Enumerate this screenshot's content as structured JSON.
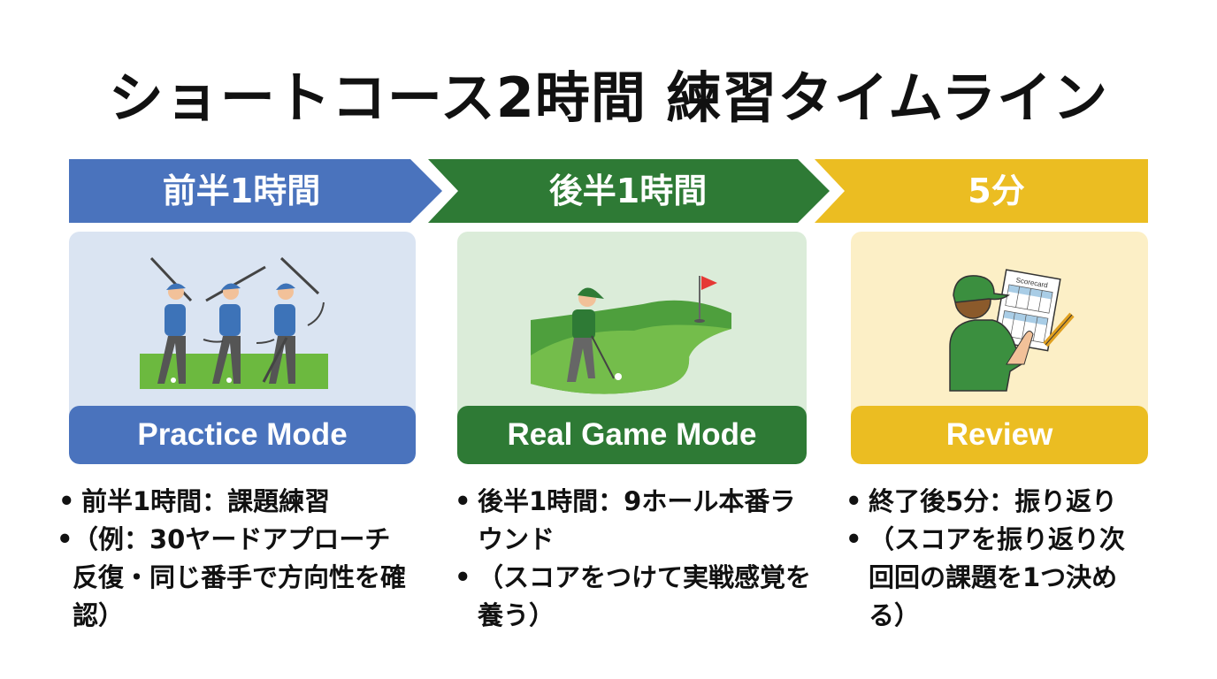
{
  "title": "ショートコース2時間 練習タイムライン",
  "colors": {
    "blue": "#4a73bd",
    "green": "#2e7a35",
    "yellow": "#ebbd22",
    "blue_bg": "#dae4f2",
    "green_bg": "#dbecd9",
    "yellow_bg": "#fcefc6"
  },
  "phases": [
    {
      "band_label": "前半1時間",
      "mode_label": "Practice Mode",
      "illustration": "golfer-swing-sequence-icon",
      "bullets": [
        "前半1時間：課題練習",
        "（例：30ヤードアプローチ反復・同じ番手で方向性を確認）"
      ]
    },
    {
      "band_label": "後半1時間",
      "mode_label": "Real Game Mode",
      "illustration": "golfer-on-green-with-flag-icon",
      "bullets": [
        "後半1時間：9ホール本番ラウンド",
        "（スコアをつけて実戦感覚を養う）"
      ]
    },
    {
      "band_label": "5分",
      "mode_label": "Review",
      "illustration": "golfer-reviewing-scorecard-icon",
      "scorecard_label": "Scorecard",
      "bullets": [
        "終了後5分：振り返り",
        "（スコアを振り返り次回回の課題を1つ決める）"
      ]
    }
  ]
}
